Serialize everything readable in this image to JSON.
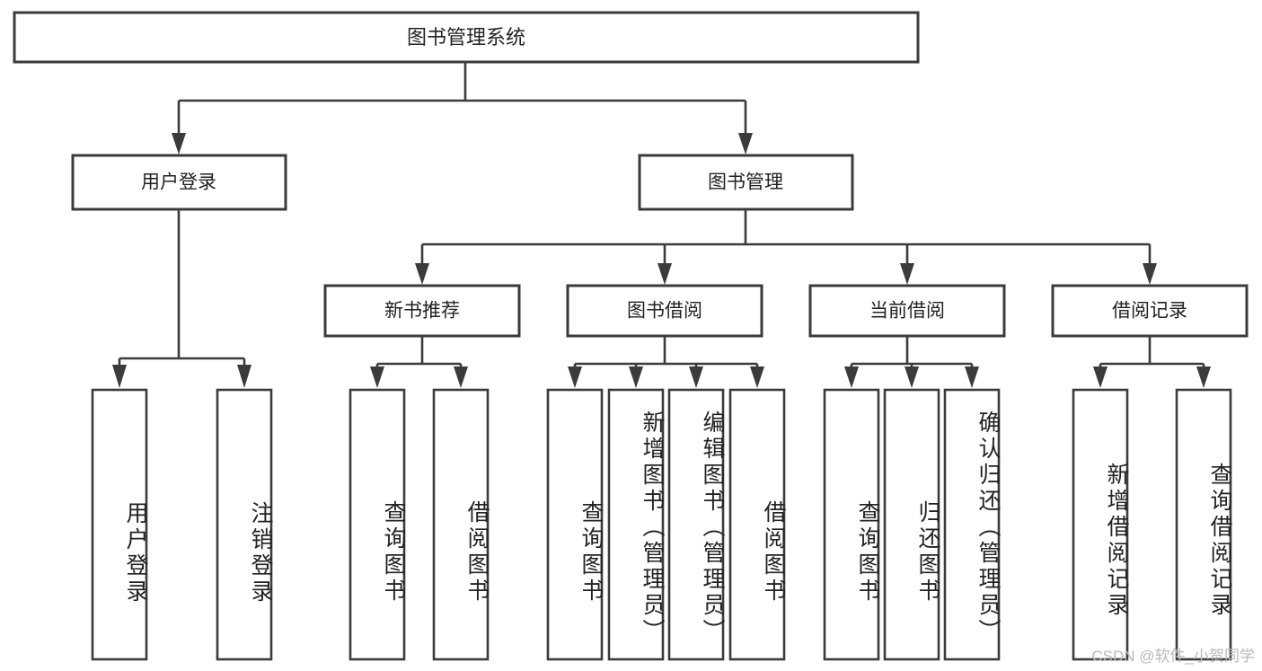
{
  "diagram": {
    "type": "tree",
    "title": "图书管理系统",
    "watermark": "CSDN @软件_小贺同学",
    "colors": {
      "box_stroke": "#3b3b3b",
      "box_fill": "#ffffff",
      "text": "#222222",
      "background": "#ffffff",
      "watermark": "#b9b9b9"
    },
    "root": {
      "label": "图书管理系统"
    },
    "level1": [
      {
        "label": "用户登录"
      },
      {
        "label": "图书管理"
      }
    ],
    "level2": [
      {
        "label": "新书推荐"
      },
      {
        "label": "图书借阅"
      },
      {
        "label": "当前借阅"
      },
      {
        "label": "借阅记录"
      }
    ],
    "leaves": {
      "user_login": [
        {
          "label": "用户登录"
        },
        {
          "label": "注销登录"
        }
      ],
      "new_book_recommend": [
        {
          "label": "查询图书"
        },
        {
          "label": "借阅图书"
        }
      ],
      "book_borrow": [
        {
          "label": "查询图书"
        },
        {
          "label": "新增图书（管理员）"
        },
        {
          "label": "编辑图书（管理员）"
        },
        {
          "label": "借阅图书"
        }
      ],
      "current_borrow": [
        {
          "label": "查询图书"
        },
        {
          "label": "归还图书"
        },
        {
          "label": "确认归还（管理员）"
        }
      ],
      "borrow_record": [
        {
          "label": "新增借阅记录"
        },
        {
          "label": "查询借阅记录"
        }
      ]
    }
  }
}
